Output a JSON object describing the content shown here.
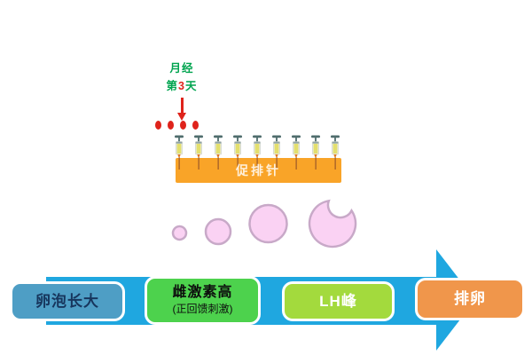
{
  "colors": {
    "arrow-blue": "#1FA7E0",
    "bar-orange": "#F9A428",
    "bar-label": "#FFF0DC",
    "step1-fill": "#4E9EC5",
    "step1-text": "#17365D",
    "step2-fill": "#4DD24D",
    "step2-text": "#0D0D0D",
    "step3-fill": "#A3DA3D",
    "step3-text": "#FFFFFF",
    "step4-fill": "#F0964B",
    "step4-text": "#FFFFFF",
    "annotation-green": "#00A44F",
    "annotation-red": "#DF231B",
    "follicle-pink": "#FAD2F3",
    "follicle-stroke": "#C8A9C8"
  },
  "menstruation": {
    "line1": "月经",
    "day_prefix": "第",
    "day_number": "3",
    "day_suffix": "天",
    "drop_count": 4
  },
  "injection_bar": {
    "label": "促排针",
    "syringe_count": 9
  },
  "follicles": {
    "stage_count": 4
  },
  "process": {
    "steps": [
      {
        "label": "卵泡长大",
        "sublabel": ""
      },
      {
        "label": "雌激素高",
        "sublabel": "(正回馈刺激)"
      },
      {
        "label": "LH峰",
        "sublabel": ""
      },
      {
        "label": "排卵",
        "sublabel": ""
      }
    ]
  },
  "icons": {
    "syringe": "syringe-icon",
    "blood_drop": "blood-drop-icon",
    "down_arrow": "down-arrow-icon",
    "process_arrow": "right-arrow-banner"
  }
}
